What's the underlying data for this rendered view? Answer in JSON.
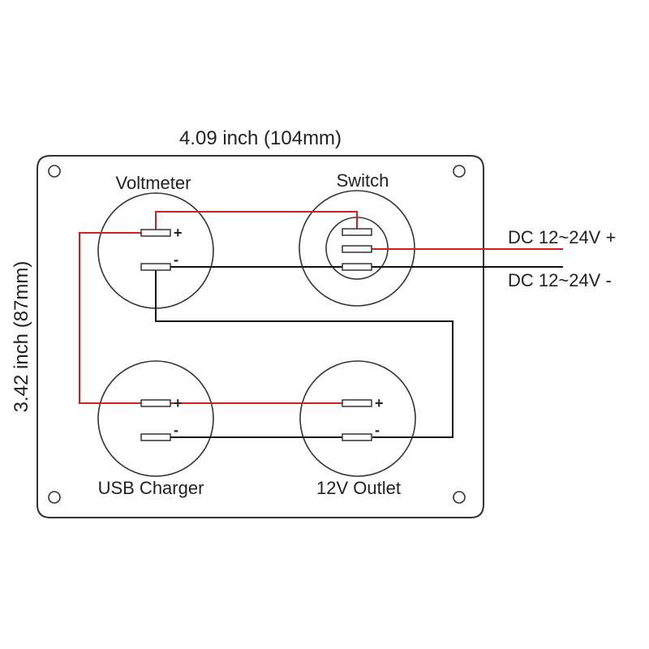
{
  "dimensions": {
    "width_label": "4.09 inch (104mm)",
    "height_label": "3.42 inch (87mm)"
  },
  "components": {
    "voltmeter": {
      "label": "Voltmeter",
      "pos": "+",
      "neg": "-"
    },
    "switch": {
      "label": "Switch"
    },
    "usb_charger": {
      "label": "USB Charger",
      "pos": "+",
      "neg": "-"
    },
    "outlet": {
      "label": "12V Outlet",
      "pos": "+",
      "neg": "-"
    }
  },
  "supply": {
    "positive_label": "DC 12~24V +",
    "negative_label": "DC 12~24V -"
  },
  "colors": {
    "positive_wire": "#cc2222",
    "negative_wire": "#111111",
    "outline": "#333333"
  }
}
